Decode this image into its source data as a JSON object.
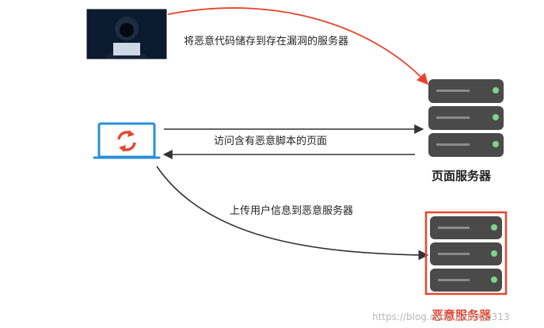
{
  "diagram": {
    "edges": {
      "store_label": "将恶意代码储存到存在漏洞的服务器",
      "visit_label": "访问含有恶意脚本的页面",
      "upload_label": "上传用户信息到恶意服务器"
    },
    "nodes": {
      "page_server_label": "页面服务器",
      "malicious_server_label": "恶意服务器"
    },
    "watermark": "https://blog.csdn.net/bao313"
  },
  "colors": {
    "attack_arrow": "#e8442e",
    "normal_arrow": "#333333",
    "server_body": "#4a4a4a",
    "server_led": "#7ed48a",
    "malicious_frame": "#e8442e",
    "laptop_blue": "#2a8fd8",
    "refresh_red": "#e8442e"
  },
  "icons": [
    "hacker-image",
    "laptop-icon",
    "refresh-icon",
    "server-icon"
  ]
}
